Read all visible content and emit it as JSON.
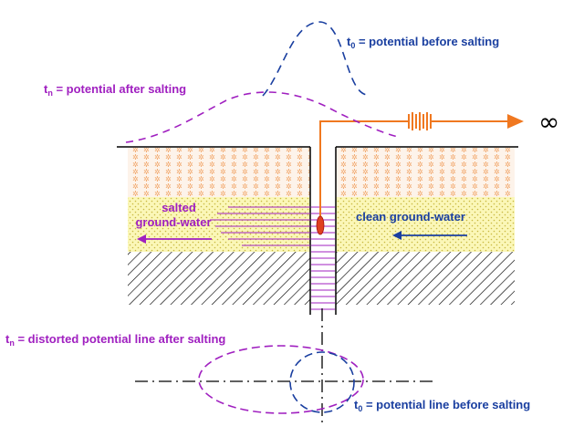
{
  "labels": {
    "t0_potential": {
      "sym": "t",
      "sub": "0",
      "text": " = potential before salting"
    },
    "tn_potential": {
      "sym": "t",
      "sub": "n",
      "text": " = potential after salting"
    },
    "tn_line": {
      "sym": "t",
      "sub": "n",
      "text": " = distorted potential line after salting"
    },
    "t0_line": {
      "sym": "t",
      "sub": "0",
      "text": " = potential line before salting"
    },
    "salted_line1": "salted",
    "salted_line2": "ground-water",
    "clean": "clean ground-water",
    "infinity": "∞"
  },
  "colors": {
    "purple": "#a020c0",
    "blue": "#1a3fa0",
    "orange": "#f07820",
    "red": "#e04020",
    "sand_orange": "#f2a76a",
    "yellow_layer": "#fbf7b8",
    "black": "#000000"
  }
}
